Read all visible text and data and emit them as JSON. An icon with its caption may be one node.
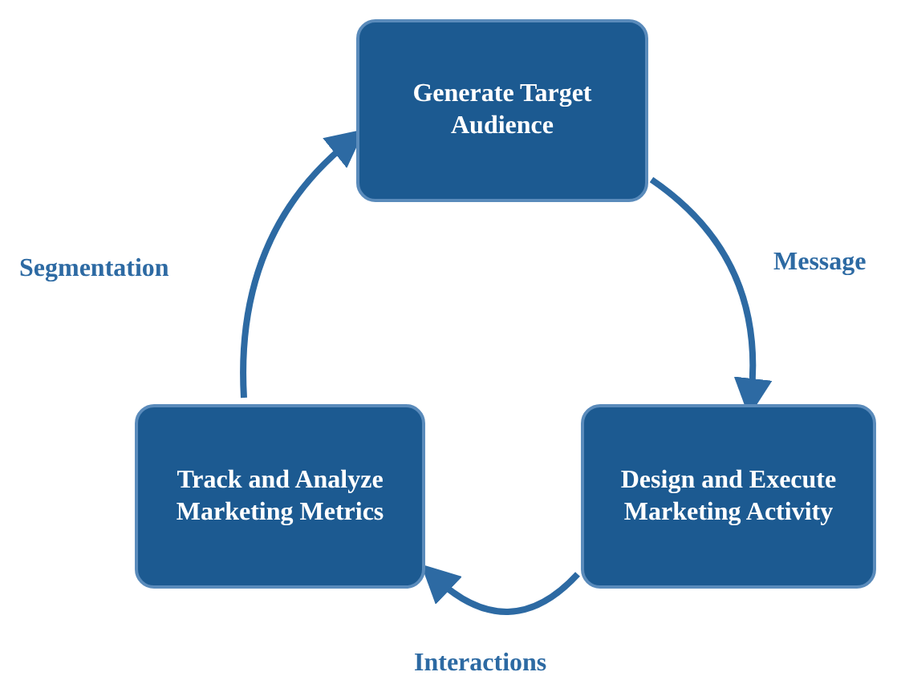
{
  "diagram": {
    "nodes": [
      {
        "text": [
          "Generate Target Audience"
        ]
      },
      {
        "text": [
          "Design and Execute Marketing Activity"
        ]
      },
      {
        "text": [
          "Track and Analyze Marketing Metrics"
        ]
      }
    ],
    "edges": [
      {
        "from": 0,
        "to": 1,
        "arrow": "to",
        "label": "Message"
      },
      {
        "from": 1,
        "to": 2,
        "arrow": "to",
        "label": "Interactions"
      },
      {
        "from": 2,
        "to": 0,
        "arrow": "to",
        "label": "Segmentation"
      }
    ]
  }
}
